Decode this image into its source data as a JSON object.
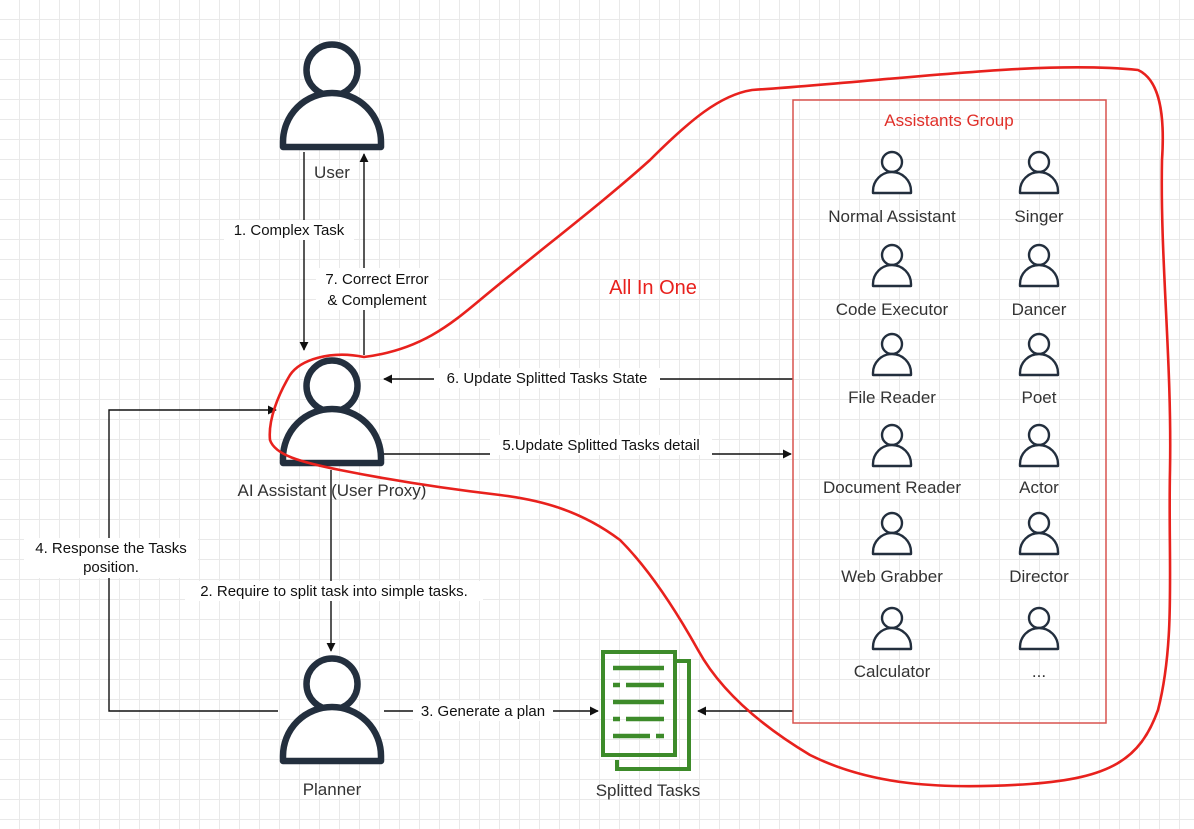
{
  "actors": {
    "user": "User",
    "ai_assistant": "AI Assistant (User Proxy)",
    "planner": "Planner",
    "splitted_tasks": "Splitted Tasks"
  },
  "edges": {
    "complex_task": "1. Complex Task",
    "require_split": "2. Require to split task into simple tasks.",
    "generate_plan": "3. Generate a plan",
    "response_tasks_line1": "4. Response the Tasks",
    "response_tasks_line2": "position.",
    "update_detail": "5.Update Splitted Tasks detail",
    "update_state": "6. Update Splitted Tasks State",
    "correct_error_line1": "7. Correct Error",
    "correct_error_line2": "& Complement"
  },
  "annotation": "All In One",
  "group": {
    "title": "Assistants Group",
    "members": [
      "Normal Assistant",
      "Singer",
      "Code Executor",
      "Dancer",
      "File Reader",
      "Poet",
      "Document Reader",
      "Actor",
      "Web Grabber",
      "Director",
      "Calculator",
      "..."
    ]
  },
  "colors": {
    "annotation_red": "#e8211d",
    "group_border": "#d9534f",
    "document_green": "#3d8b2a",
    "actor_stroke": "#232f3e"
  }
}
